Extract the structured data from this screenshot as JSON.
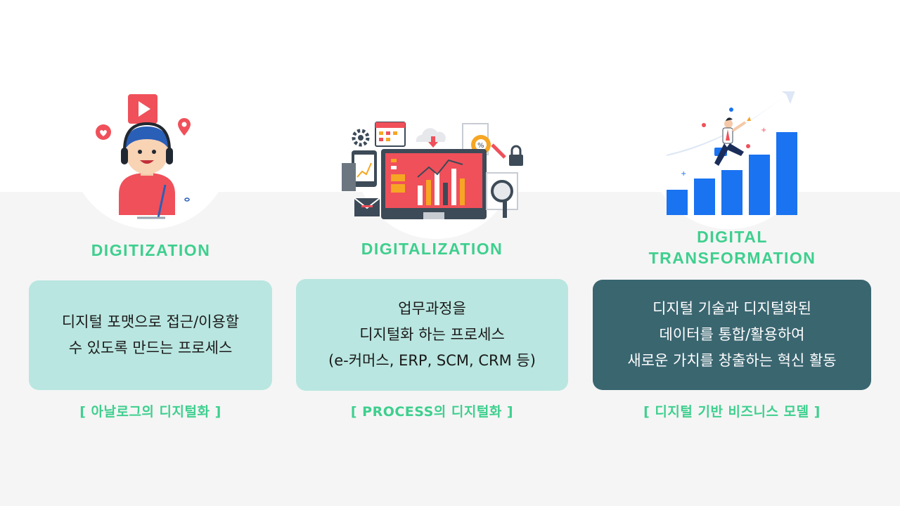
{
  "columns": [
    {
      "heading": "DIGITIZATION",
      "description": "디지털 포맷으로 접근/이용할\n수 있도록 만드는 프로세스",
      "caption": "[ 아날로그의 디지털화 ]",
      "illustration": "person-headset-icon"
    },
    {
      "heading": "DIGITALIZATION",
      "description": "업무과정을\n디지털화 하는 프로세스\n(e-커머스, ERP, SCM, CRM 등)",
      "caption": "[ PROCESS의 디지털화 ]",
      "illustration": "dashboard-monitor-icon"
    },
    {
      "heading": "DIGITAL\nTRANSFORMATION",
      "description": "디지털 기술과 디지털화된\n데이터를 통합/활용하여\n새로운 가치를 창출하는 혁신 활동",
      "caption": "[ 디지털 기반 비즈니스 모델 ]",
      "illustration": "growth-bar-chart-icon"
    }
  ],
  "colors": {
    "accent": "#3ecf8e",
    "box_light": "#b9e6e0",
    "box_dark": "#3a6670",
    "band": "#f5f5f5"
  }
}
